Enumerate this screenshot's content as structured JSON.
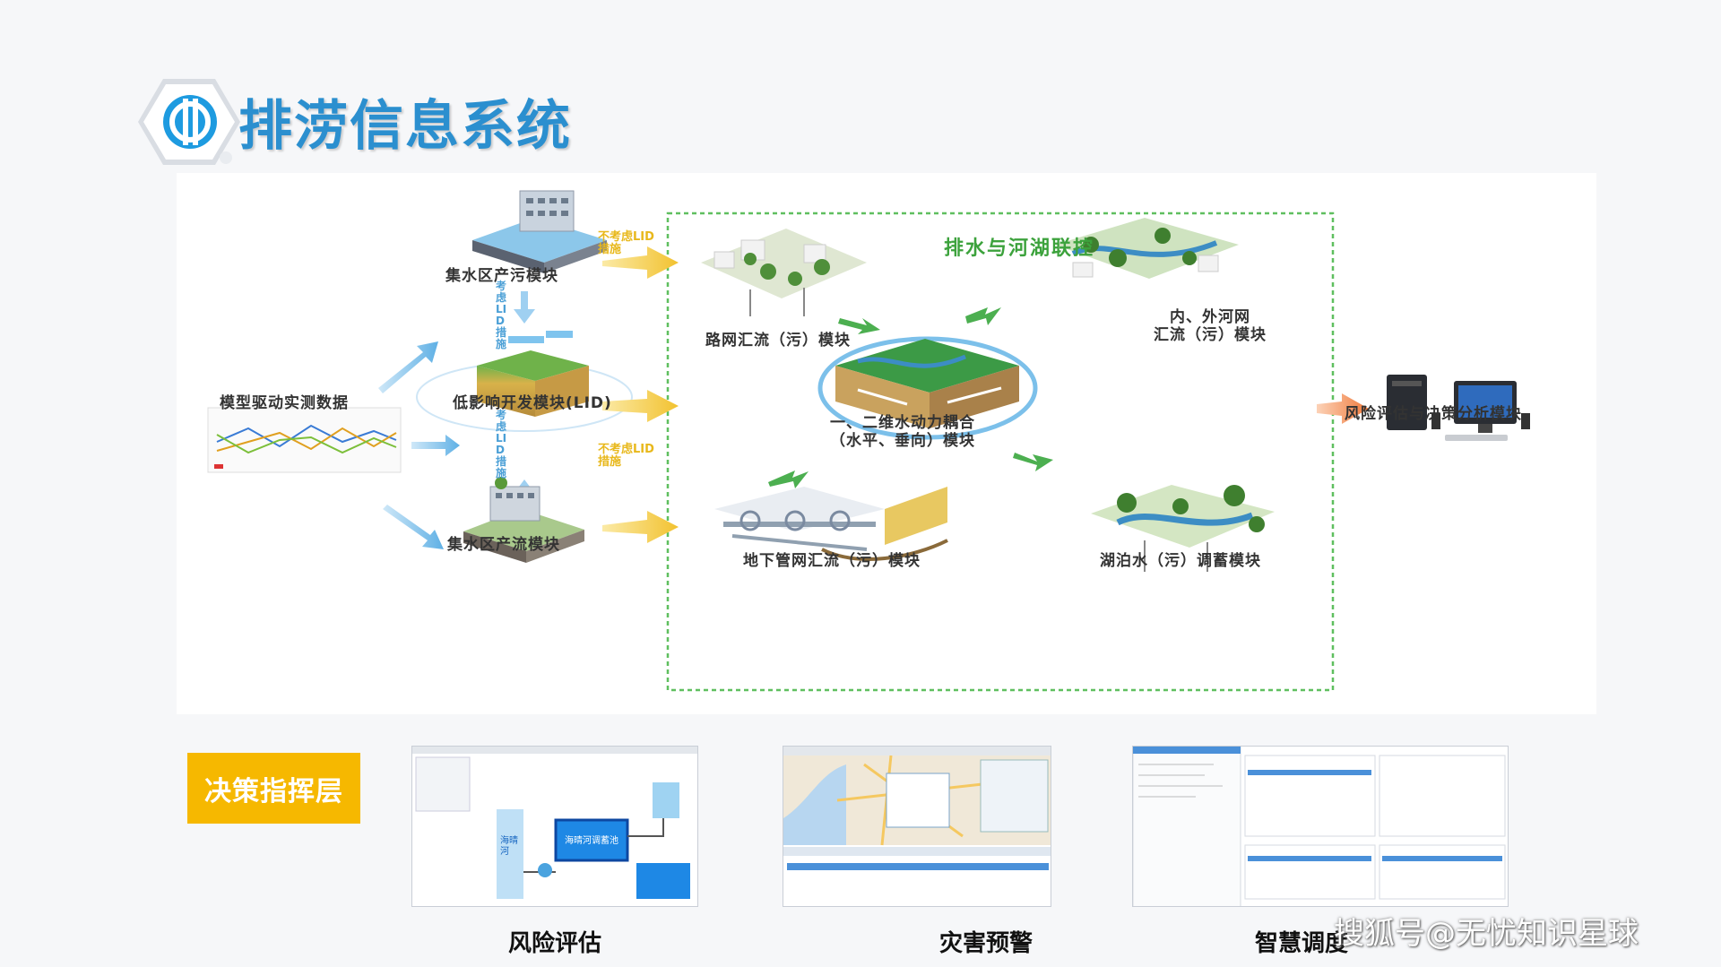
{
  "header": {
    "title": "排涝信息系统",
    "logo_icon": "water-logo-icon"
  },
  "diagram": {
    "joint_control_title": "排水与河湖联控",
    "modules": {
      "catchment_pollution": "集水区产污模块",
      "catchment_runoff": "集水区产流模块",
      "lid": "低影响开发模块(LID)",
      "measured_data": "模型驱动实测数据",
      "road_network": "路网汇流（污）模块",
      "river_network_line1": "内、外河网",
      "river_network_line2": "汇流（污）模块",
      "coupling_line1": "一、二维水动力耦合",
      "coupling_line2": "（水平、垂向）模块",
      "underground_pipe": "地下管网汇流（污）模块",
      "lake_storage": "湖泊水（污）调蓄模块",
      "risk_analysis": "风险评估与决策分析模块"
    },
    "notes": {
      "no_lid_top": "不考虑LID措施",
      "no_lid_bottom": "不考虑LID措施",
      "consider_lid_top": "考虑LID措施",
      "consider_lid_bottom": "考虑LID措施"
    }
  },
  "bottom": {
    "layer_label": "决策指挥层",
    "thumbnails": [
      {
        "caption": "风险评估",
        "inner_text": "海晴河调蓄池",
        "river_text": "海晴河"
      },
      {
        "caption": "灾害预警"
      },
      {
        "caption": "智慧调度"
      }
    ]
  },
  "watermark": "搜狐号@无忧知识星球",
  "colors": {
    "title_blue": "#2b8fcf",
    "badge_yellow": "#f6b800",
    "green_dashed": "#5fbf5f",
    "arrow_blue": "#6ab6e6",
    "arrow_yellow": "#f4c542",
    "arrow_green": "#4caf50",
    "arrow_orange": "#f07b3f"
  }
}
